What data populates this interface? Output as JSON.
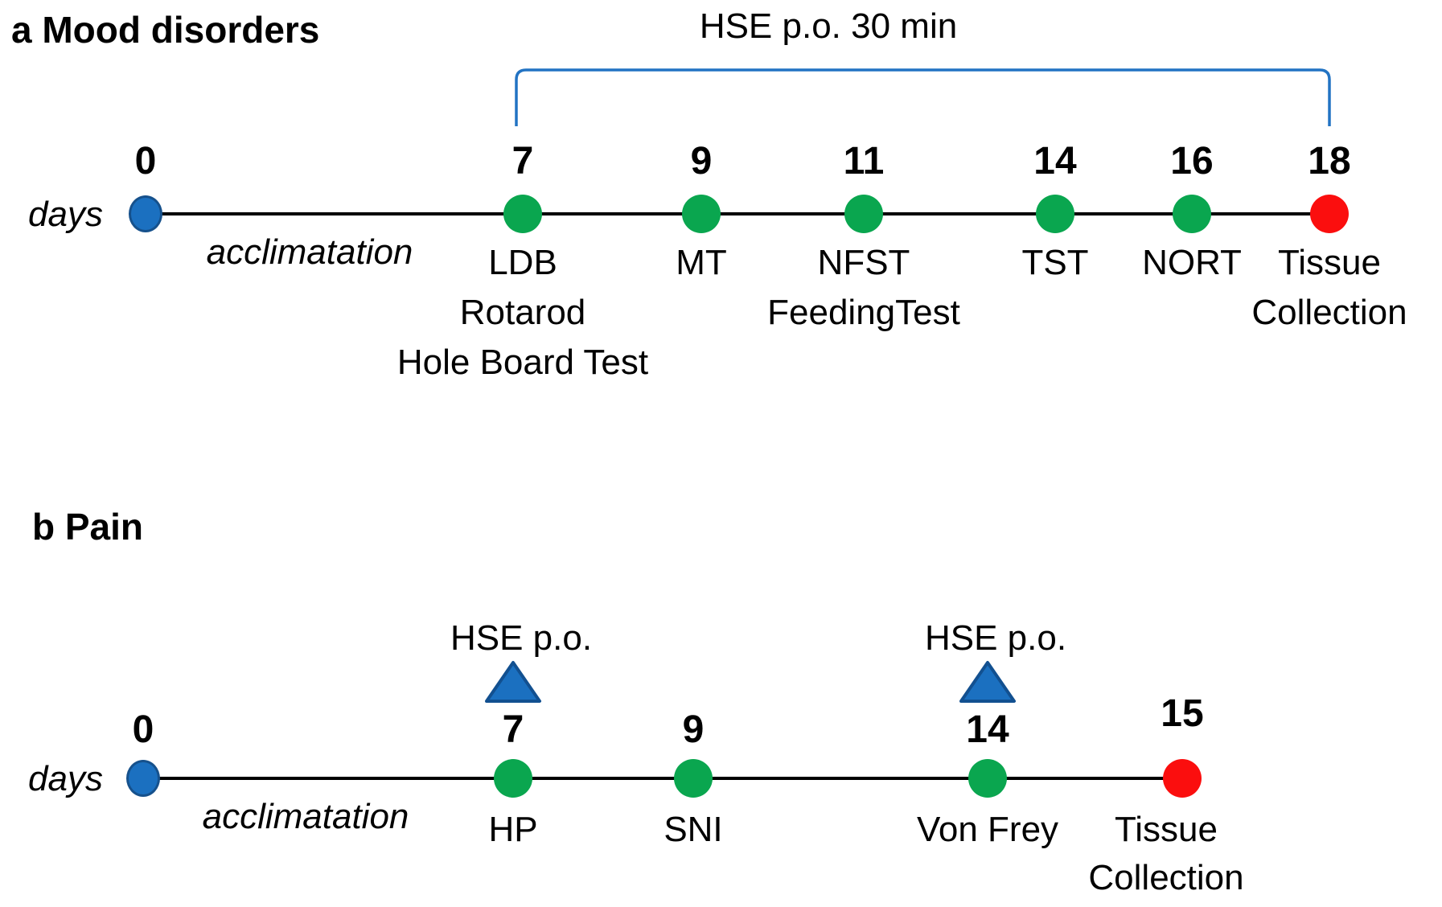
{
  "figure": {
    "colors": {
      "timeline": "#000000",
      "start_dot_fill": "#1b70c0",
      "start_dot_border": "#16518c",
      "test_dot_fill": "#0aa64f",
      "end_dot_fill": "#fb0e0e",
      "bracket_line": "#2273c3",
      "triangle_fill": "#1b70c0",
      "triangle_border": "#125090",
      "text": "#000000"
    },
    "panels": [
      {
        "id": "a",
        "title": "a Mood disorders",
        "axis_label": "days",
        "acclimatation": "acclimatation",
        "bracket": {
          "label": "HSE p.o. 30 min",
          "from_day": "7",
          "to_day": "18"
        },
        "hse_markers": [],
        "events": [
          {
            "day": "0",
            "type": "start",
            "labels": []
          },
          {
            "day": "7",
            "type": "test",
            "labels": [
              "LDB",
              "Rotarod",
              "Hole Board Test"
            ]
          },
          {
            "day": "9",
            "type": "test",
            "labels": [
              "MT"
            ]
          },
          {
            "day": "11",
            "type": "test",
            "labels": [
              "NFST",
              "FeedingTest"
            ]
          },
          {
            "day": "14",
            "type": "test",
            "labels": [
              "TST"
            ]
          },
          {
            "day": "16",
            "type": "test",
            "labels": [
              "NORT"
            ]
          },
          {
            "day": "18",
            "type": "end",
            "labels": [
              "Tissue",
              "Collection"
            ]
          }
        ]
      },
      {
        "id": "b",
        "title": "b Pain",
        "axis_label": "days",
        "acclimatation": "acclimatation",
        "bracket": null,
        "hse_markers": [
          {
            "label": "HSE p.o.",
            "day": "7"
          },
          {
            "label": "HSE p.o.",
            "day": "14"
          }
        ],
        "events": [
          {
            "day": "0",
            "type": "start",
            "labels": []
          },
          {
            "day": "7",
            "type": "test",
            "labels": [
              "HP"
            ]
          },
          {
            "day": "9",
            "type": "test",
            "labels": [
              "SNI"
            ]
          },
          {
            "day": "14",
            "type": "test",
            "labels": [
              "Von Frey"
            ]
          },
          {
            "day": "15",
            "type": "end",
            "labels": [
              "Tissue",
              "Collection"
            ]
          }
        ]
      }
    ]
  }
}
